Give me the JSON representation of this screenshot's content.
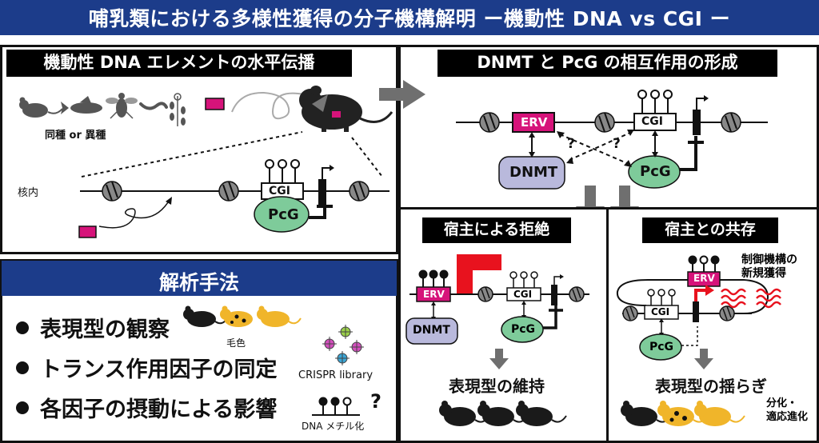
{
  "title": "哺乳類における多様性獲得の分子機構解明 ー機動性 DNA vs CGI ー",
  "panel_left": {
    "header": "機動性 DNA エレメントの水平伝播",
    "species_label": "同種 or 異種",
    "nucleus_label": "核内",
    "cgi_label": "CGI",
    "pcg_label": "PcG"
  },
  "panel_right": {
    "header": "DNMT と PcG の相互作用の形成",
    "erv_label": "ERV",
    "cgi_label": "CGI",
    "dnmt_label": "DNMT",
    "pcg_label": "PcG",
    "question": "?"
  },
  "panel_reject": {
    "header": "宿主による拒絶",
    "erv_label": "ERV",
    "cgi_label": "CGI",
    "dnmt_label": "DNMT",
    "pcg_label": "PcG",
    "result": "表現型の維持"
  },
  "panel_coexist": {
    "header": "宿主との共存",
    "erv_label": "ERV",
    "cgi_label": "CGI",
    "pcg_label": "PcG",
    "new_mech": "制御機構の\n新規獲得",
    "result": "表現型の揺らぎ",
    "side_note": "分化・\n適応進化"
  },
  "methods": {
    "header": "解析手法",
    "items": [
      "表現型の観察",
      "トランス作用因子の同定",
      "各因子の摂動による影響"
    ],
    "coat_label": "毛色",
    "crispr_label": "CRISPR library",
    "dna_methyl_label": "DNA メチル化",
    "question": "?"
  },
  "colors": {
    "navy": "#1c3c8a",
    "magenta": "#d6137a",
    "pcg_green": "#7ecb9a",
    "dnmt_lavender": "#b9b9dc",
    "red": "#e8121e",
    "arrow_gray": "#6f6f6f",
    "mouse_yellow": "#f0b52a"
  }
}
